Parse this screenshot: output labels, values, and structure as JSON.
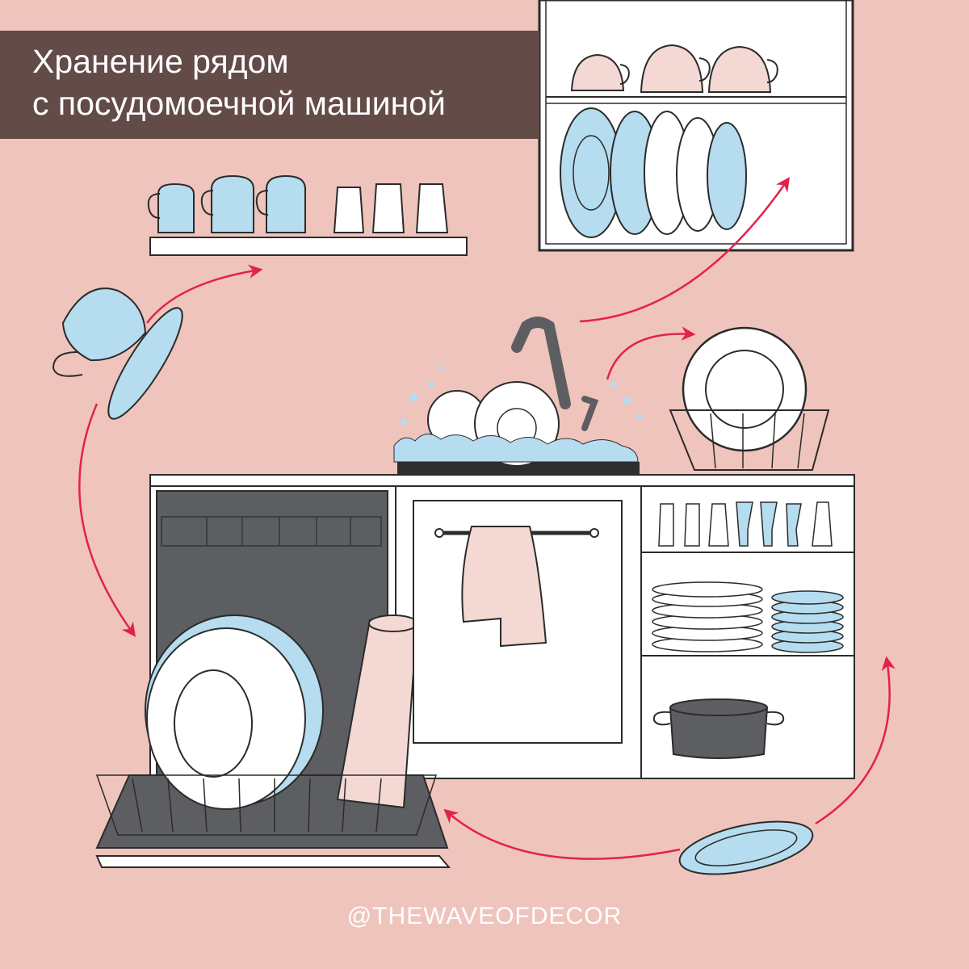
{
  "title": {
    "line1": "Хранение рядом",
    "line2": "с посудомоечной машиной"
  },
  "credit": "@THEWAVEOFDECOR",
  "colors": {
    "background": "#efc4bc",
    "banner": "#634b48",
    "outline": "#2b2b2b",
    "blue": "#b5dcef",
    "pink_dish": "#f4d8d4",
    "dark_gray": "#5d5e62",
    "arrow": "#e3224a"
  },
  "illustration": {
    "subject": "dishwasher-storage-kitchen",
    "icons": [
      "teacup-icon",
      "mug-icon",
      "glass-icon",
      "plate-icon",
      "pot-icon",
      "faucet-icon",
      "towel-icon",
      "arrow-icon"
    ]
  }
}
